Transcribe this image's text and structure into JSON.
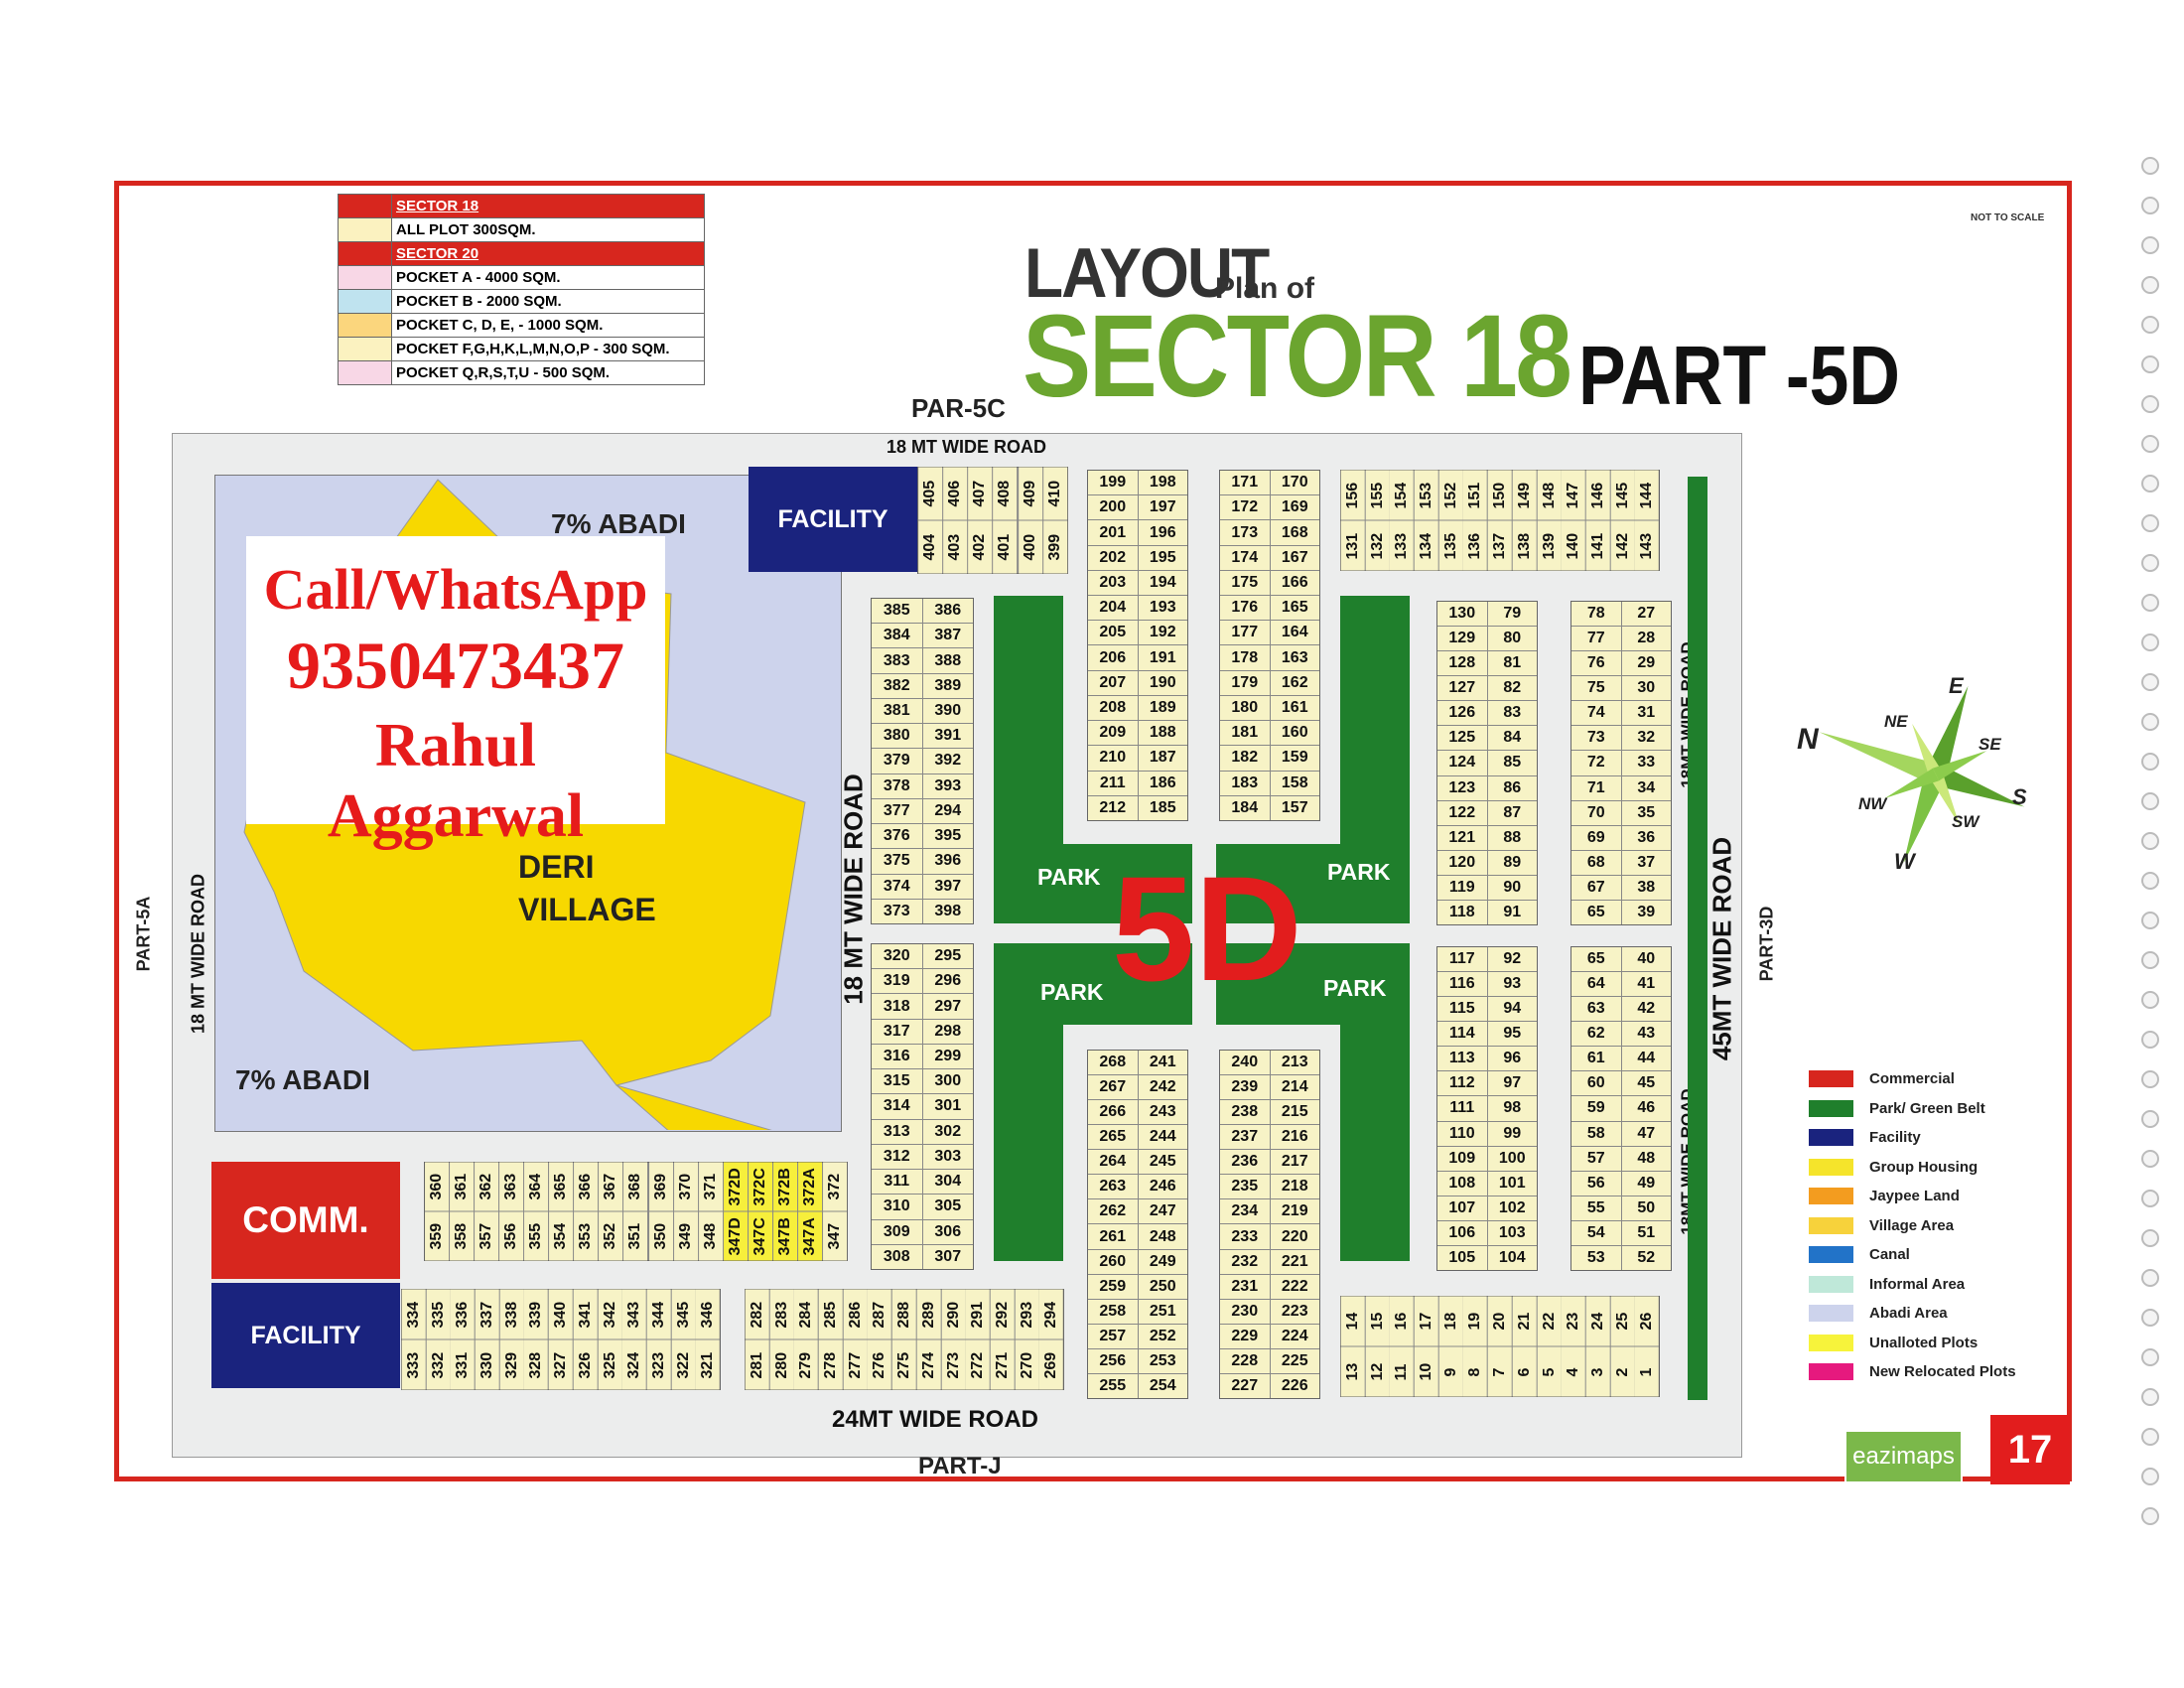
{
  "legend_top": {
    "sector18_header": "SECTOR 18",
    "sector18_row": "ALL PLOT  300SQM.",
    "sector20_header": "SECTOR 20",
    "pockets": [
      {
        "label": "POCKET A    - 4000 SQM.",
        "color": "#f8d7e6"
      },
      {
        "label": "POCKET B    - 2000 SQM.",
        "color": "#bfe3ef"
      },
      {
        "label": "POCKET C, D, E, - 1000 SQM.",
        "color": "#fbd67d"
      },
      {
        "label": "POCKET  F,G,H,K,L,M,N,O,P  - 300 SQM.",
        "color": "#fbf2c0"
      },
      {
        "label": "POCKET Q,R,S,T,U  - 500 SQM.",
        "color": "#f8d7e6"
      }
    ]
  },
  "title": {
    "layout": "LAYOUT",
    "plan_of": "Plan of",
    "sector": "SECTOR 18",
    "part": "PART -5D",
    "not_to_scale": "NOT TO SCALE"
  },
  "labels": {
    "par5c": "PAR-5C",
    "part5a": "PART-5A",
    "part3d": "PART-3D",
    "partj": "PART-J",
    "road_top": "18 MT WIDE ROAD",
    "road_left": "18 MT WIDE ROAD",
    "road_mid": "18 MT WIDE ROAD",
    "road_bottom": "24MT WIDE ROAD",
    "road_right_upper": "18MT WIDE ROAD",
    "road_right_lower": "18MT WIDE ROAD",
    "road_45": "45MT WIDE ROAD",
    "abadi_top": "7% ABADI",
    "abadi_bottom": "7% ABADI",
    "deri1": "DERI",
    "deri2": "VILLAGE",
    "facility": "FACILITY",
    "comm": "COMM.",
    "park": "PARK",
    "big_5d": "5D",
    "page_number": "17",
    "eazimaps": "eazimaps"
  },
  "promo": {
    "line1": "Call/WhatsApp",
    "line2": "9350473437",
    "line3": "Rahul Aggarwal"
  },
  "compass": {
    "n": "N",
    "ne": "NE",
    "e": "E",
    "se": "SE",
    "s": "S",
    "sw": "SW",
    "w": "W",
    "nw": "NW"
  },
  "legend_right": [
    {
      "label": "Commercial",
      "color": "#d7261e"
    },
    {
      "label": "Park/ Green Belt",
      "color": "#1f7f2c"
    },
    {
      "label": "Facility",
      "color": "#1a237e"
    },
    {
      "label": "Group Housing",
      "color": "#f5e42b"
    },
    {
      "label": "Jaypee Land",
      "color": "#f39c1f"
    },
    {
      "label": "Village Area",
      "color": "#f7d23b"
    },
    {
      "label": "Canal",
      "color": "#2273c8"
    },
    {
      "label": "Informal Area",
      "color": "#bfe8d9"
    },
    {
      "label": "Abadi Area",
      "color": "#cdd3ec"
    },
    {
      "label": "Unalloted Plots",
      "color": "#f7f33b"
    },
    {
      "label": "New Relocated Plots",
      "color": "#e6197e"
    }
  ],
  "plots": {
    "top_row_a": [
      "405",
      "406",
      "407",
      "408",
      "409",
      "410"
    ],
    "top_row_b": [
      "404",
      "403",
      "402",
      "401",
      "400",
      "399"
    ],
    "col199": [
      [
        "199",
        "198"
      ],
      [
        "200",
        "197"
      ],
      [
        "201",
        "196"
      ],
      [
        "202",
        "195"
      ],
      [
        "203",
        "194"
      ],
      [
        "204",
        "193"
      ],
      [
        "205",
        "192"
      ],
      [
        "206",
        "191"
      ],
      [
        "207",
        "190"
      ],
      [
        "208",
        "189"
      ],
      [
        "209",
        "188"
      ],
      [
        "210",
        "187"
      ],
      [
        "211",
        "186"
      ],
      [
        "212",
        "185"
      ]
    ],
    "col171": [
      [
        "171",
        "170"
      ],
      [
        "172",
        "169"
      ],
      [
        "173",
        "168"
      ],
      [
        "174",
        "167"
      ],
      [
        "175",
        "166"
      ],
      [
        "176",
        "165"
      ],
      [
        "177",
        "164"
      ],
      [
        "178",
        "163"
      ],
      [
        "179",
        "162"
      ],
      [
        "180",
        "161"
      ],
      [
        "181",
        "160"
      ],
      [
        "182",
        "159"
      ],
      [
        "183",
        "158"
      ],
      [
        "184",
        "157"
      ]
    ],
    "top_right_a": [
      "131",
      "132",
      "133",
      "134",
      "135",
      "136",
      "137",
      "138",
      "139",
      "140",
      "141",
      "142",
      "143"
    ],
    "top_right_b": [
      "156",
      "155",
      "154",
      "153",
      "152",
      "151",
      "150",
      "149",
      "148",
      "147",
      "146",
      "145",
      "144"
    ],
    "col385": [
      [
        "385",
        "386"
      ],
      [
        "384",
        "387"
      ],
      [
        "383",
        "388"
      ],
      [
        "382",
        "389"
      ],
      [
        "381",
        "390"
      ],
      [
        "380",
        "391"
      ],
      [
        "379",
        "392"
      ],
      [
        "378",
        "393"
      ],
      [
        "377",
        "294"
      ],
      [
        "376",
        "395"
      ],
      [
        "375",
        "396"
      ],
      [
        "374",
        "397"
      ],
      [
        "373",
        "398"
      ]
    ],
    "col320": [
      [
        "320",
        "295"
      ],
      [
        "319",
        "296"
      ],
      [
        "318",
        "297"
      ],
      [
        "317",
        "298"
      ],
      [
        "316",
        "299"
      ],
      [
        "315",
        "300"
      ],
      [
        "314",
        "301"
      ],
      [
        "313",
        "302"
      ],
      [
        "312",
        "303"
      ],
      [
        "311",
        "304"
      ],
      [
        "310",
        "305"
      ],
      [
        "309",
        "306"
      ],
      [
        "308",
        "307"
      ]
    ],
    "col130": [
      [
        "130",
        "79"
      ],
      [
        "129",
        "80"
      ],
      [
        "128",
        "81"
      ],
      [
        "127",
        "82"
      ],
      [
        "126",
        "83"
      ],
      [
        "125",
        "84"
      ],
      [
        "124",
        "85"
      ],
      [
        "123",
        "86"
      ],
      [
        "122",
        "87"
      ],
      [
        "121",
        "88"
      ],
      [
        "120",
        "89"
      ],
      [
        "119",
        "90"
      ],
      [
        "118",
        "91"
      ]
    ],
    "col78": [
      [
        "78",
        "27"
      ],
      [
        "77",
        "28"
      ],
      [
        "76",
        "29"
      ],
      [
        "75",
        "30"
      ],
      [
        "74",
        "31"
      ],
      [
        "73",
        "32"
      ],
      [
        "72",
        "33"
      ],
      [
        "71",
        "34"
      ],
      [
        "70",
        "35"
      ],
      [
        "69",
        "36"
      ],
      [
        "68",
        "37"
      ],
      [
        "67",
        "38"
      ],
      [
        "65",
        "39"
      ]
    ],
    "col117": [
      [
        "117",
        "92"
      ],
      [
        "116",
        "93"
      ],
      [
        "115",
        "94"
      ],
      [
        "114",
        "95"
      ],
      [
        "113",
        "96"
      ],
      [
        "112",
        "97"
      ],
      [
        "111",
        "98"
      ],
      [
        "110",
        "99"
      ],
      [
        "109",
        "100"
      ],
      [
        "108",
        "101"
      ],
      [
        "107",
        "102"
      ],
      [
        "106",
        "103"
      ],
      [
        "105",
        "104"
      ]
    ],
    "col65": [
      [
        "65",
        "40"
      ],
      [
        "64",
        "41"
      ],
      [
        "63",
        "42"
      ],
      [
        "62",
        "43"
      ],
      [
        "61",
        "44"
      ],
      [
        "60",
        "45"
      ],
      [
        "59",
        "46"
      ],
      [
        "58",
        "47"
      ],
      [
        "57",
        "48"
      ],
      [
        "56",
        "49"
      ],
      [
        "55",
        "50"
      ],
      [
        "54",
        "51"
      ],
      [
        "53",
        "52"
      ]
    ],
    "col268": [
      [
        "268",
        "241"
      ],
      [
        "267",
        "242"
      ],
      [
        "266",
        "243"
      ],
      [
        "265",
        "244"
      ],
      [
        "264",
        "245"
      ],
      [
        "263",
        "246"
      ],
      [
        "262",
        "247"
      ],
      [
        "261",
        "248"
      ],
      [
        "260",
        "249"
      ],
      [
        "259",
        "250"
      ],
      [
        "258",
        "251"
      ],
      [
        "257",
        "252"
      ],
      [
        "256",
        "253"
      ],
      [
        "255",
        "254"
      ]
    ],
    "col240": [
      [
        "240",
        "213"
      ],
      [
        "239",
        "214"
      ],
      [
        "238",
        "215"
      ],
      [
        "237",
        "216"
      ],
      [
        "236",
        "217"
      ],
      [
        "235",
        "218"
      ],
      [
        "234",
        "219"
      ],
      [
        "233",
        "220"
      ],
      [
        "232",
        "221"
      ],
      [
        "231",
        "222"
      ],
      [
        "230",
        "223"
      ],
      [
        "229",
        "224"
      ],
      [
        "228",
        "225"
      ],
      [
        "227",
        "226"
      ]
    ],
    "comm_row_a": [
      "360",
      "361",
      "362",
      "363",
      "364",
      "365",
      "366",
      "367",
      "368",
      "369",
      "370",
      "371",
      "372D",
      "372C",
      "372B",
      "372A",
      "372"
    ],
    "comm_row_b": [
      "359",
      "358",
      "357",
      "356",
      "355",
      "354",
      "353",
      "352",
      "351",
      "350",
      "349",
      "348",
      "347D",
      "347C",
      "347B",
      "347A",
      "347"
    ],
    "fac_row_a": [
      "334",
      "335",
      "336",
      "337",
      "338",
      "339",
      "340",
      "341",
      "342",
      "343",
      "344",
      "345",
      "346"
    ],
    "fac_row_b": [
      "333",
      "332",
      "331",
      "330",
      "329",
      "328",
      "327",
      "326",
      "325",
      "324",
      "323",
      "322",
      "321"
    ],
    "bottom_mid_a": [
      "282",
      "283",
      "284",
      "285",
      "286",
      "287",
      "288",
      "289",
      "290",
      "291",
      "292",
      "293",
      "294"
    ],
    "bottom_mid_b": [
      "281",
      "280",
      "279",
      "278",
      "277",
      "276",
      "275",
      "274",
      "273",
      "272",
      "271",
      "270",
      "269"
    ],
    "bottom_right_a": [
      "14",
      "15",
      "16",
      "17",
      "18",
      "19",
      "20",
      "21",
      "22",
      "23",
      "24",
      "25",
      "26"
    ],
    "bottom_right_b": [
      "13",
      "12",
      "11",
      "10",
      "9",
      "8",
      "7",
      "6",
      "5",
      "4",
      "3",
      "2",
      "1"
    ]
  }
}
